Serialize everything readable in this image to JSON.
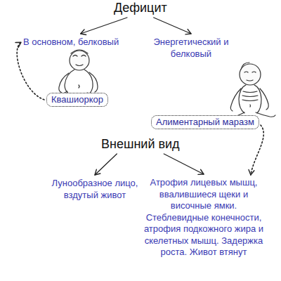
{
  "diagram": {
    "nodes": [
      {
        "text": [
          "Дефицит"
        ]
      },
      {
        "text": [
          "В основном, белковый"
        ]
      },
      {
        "text": [
          "Энергетический и белковый"
        ]
      },
      {
        "text": [
          "Квашиоркор"
        ]
      },
      {
        "text": [
          "Алиментарный маразм"
        ]
      },
      {
        "text": [
          "Внешний вид"
        ]
      },
      {
        "text": [
          "Лунообразное лицо, вздутый живот"
        ]
      },
      {
        "text": [
          "Атрофия лицевых мышц, ввалившиеся щеки и височные ямки. Стеблевидные конечности, атрофия подкожного жира и скелетных мышц. Задержка роста. Живот втянут"
        ]
      }
    ],
    "edges": [
      {
        "from": 0,
        "to": 1,
        "arrow": "to"
      },
      {
        "from": 0,
        "to": 2,
        "arrow": "to"
      },
      {
        "from": 3,
        "to": 1,
        "arrow": "to"
      },
      {
        "from": 4,
        "to": 7,
        "arrow": "to"
      },
      {
        "from": 5,
        "to": 6,
        "arrow": "to"
      },
      {
        "from": 5,
        "to": 7,
        "arrow": "to"
      }
    ]
  }
}
